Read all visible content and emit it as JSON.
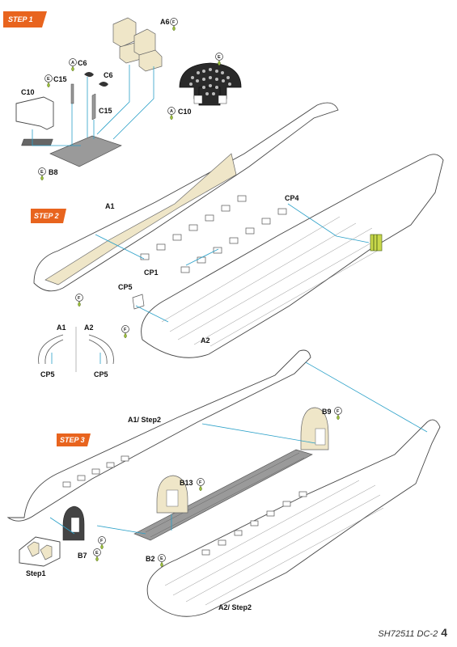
{
  "steps": [
    {
      "id": "step1",
      "label": "STEP 1"
    },
    {
      "id": "step2",
      "label": "STEP 2"
    },
    {
      "id": "step3",
      "label": "STEP 3"
    }
  ],
  "parts": {
    "a6": "A6",
    "c6a": "C6",
    "c6b": "C6",
    "c15a": "C15",
    "c15b": "C15",
    "c10a": "C10",
    "c10b": "C10",
    "b8": "B8",
    "a1": "A1",
    "a1b": "A1",
    "a2": "A2",
    "a2b": "A2",
    "cp1": "CP1",
    "cp4": "CP4",
    "cp5": "CP5",
    "cp5b": "CP5",
    "cp5c": "CP5",
    "a1_step2": "A1/ Step2",
    "a2_step2": "A2/ Step2",
    "b9": "B9",
    "b13": "B13",
    "b7": "B7",
    "b2": "B2",
    "step1_ref": "Step1"
  },
  "color_codes": {
    "f": "F",
    "e": "E",
    "a": "A"
  },
  "colors": {
    "step_banner": "#e8641e",
    "cream": "#efe6c8",
    "floor_grey": "#9a9a9a",
    "leader": "#2aa0c8",
    "paint_drop": "#9bbf3a"
  },
  "footer": {
    "code": "SH72511 DC-2",
    "page": "4"
  }
}
